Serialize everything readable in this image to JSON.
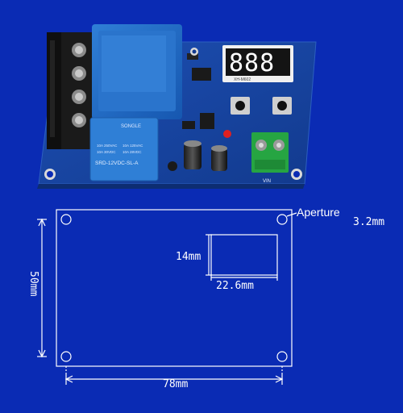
{
  "photo": {
    "relay_brand": "SONGLE",
    "relay_model": "SRD-12VDC-SL-A",
    "relay_specs": [
      "10A 250VAC",
      "10A 125VAC",
      "10A 30VDC",
      "10A 28VDC"
    ],
    "display_digits": "888",
    "board_label": "XH-M602",
    "terminal_label": "VIN"
  },
  "diagram": {
    "aperture_label": "Aperture",
    "aperture_value": "3.2mm",
    "width_label": "78mm",
    "height_label": "50mm",
    "window_height_label": "14mm",
    "window_width_label": "22.6mm"
  }
}
